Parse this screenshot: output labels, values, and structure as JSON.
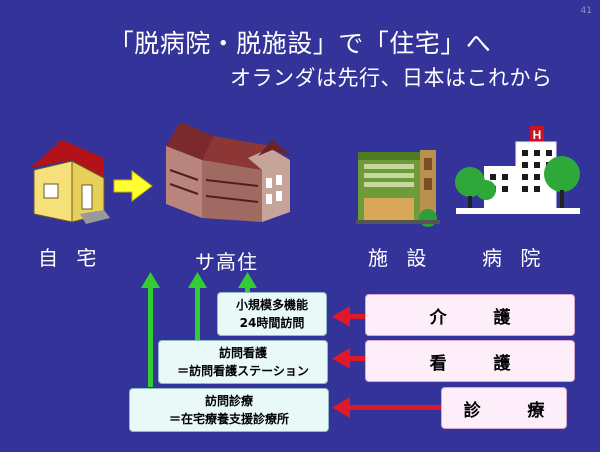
{
  "slide_number": "41",
  "title": {
    "main": "「脱病院・脱施設」で「住宅」へ",
    "sub": "オランダは先行、日本はこれから"
  },
  "categories": {
    "home": "自 宅",
    "service_housing": "サ高住",
    "facility": "施 設",
    "hospital": "病 院"
  },
  "services": {
    "small_multi": {
      "line1": "小規模多機能",
      "line2": "24時間訪問"
    },
    "home_nursing": {
      "line1": "訪問看護",
      "line2": "＝訪問看護ステーション"
    },
    "home_medical": {
      "line1": "訪問診療",
      "line2": "＝在宅療養支援診療所"
    }
  },
  "providers": {
    "care": "介 護",
    "nursing": "看 護",
    "medical": "診 療"
  },
  "colors": {
    "background": "#333399",
    "up_arrow": "#33cc33",
    "left_arrow": "#e0192a",
    "right_arrow": "#ffff33"
  }
}
